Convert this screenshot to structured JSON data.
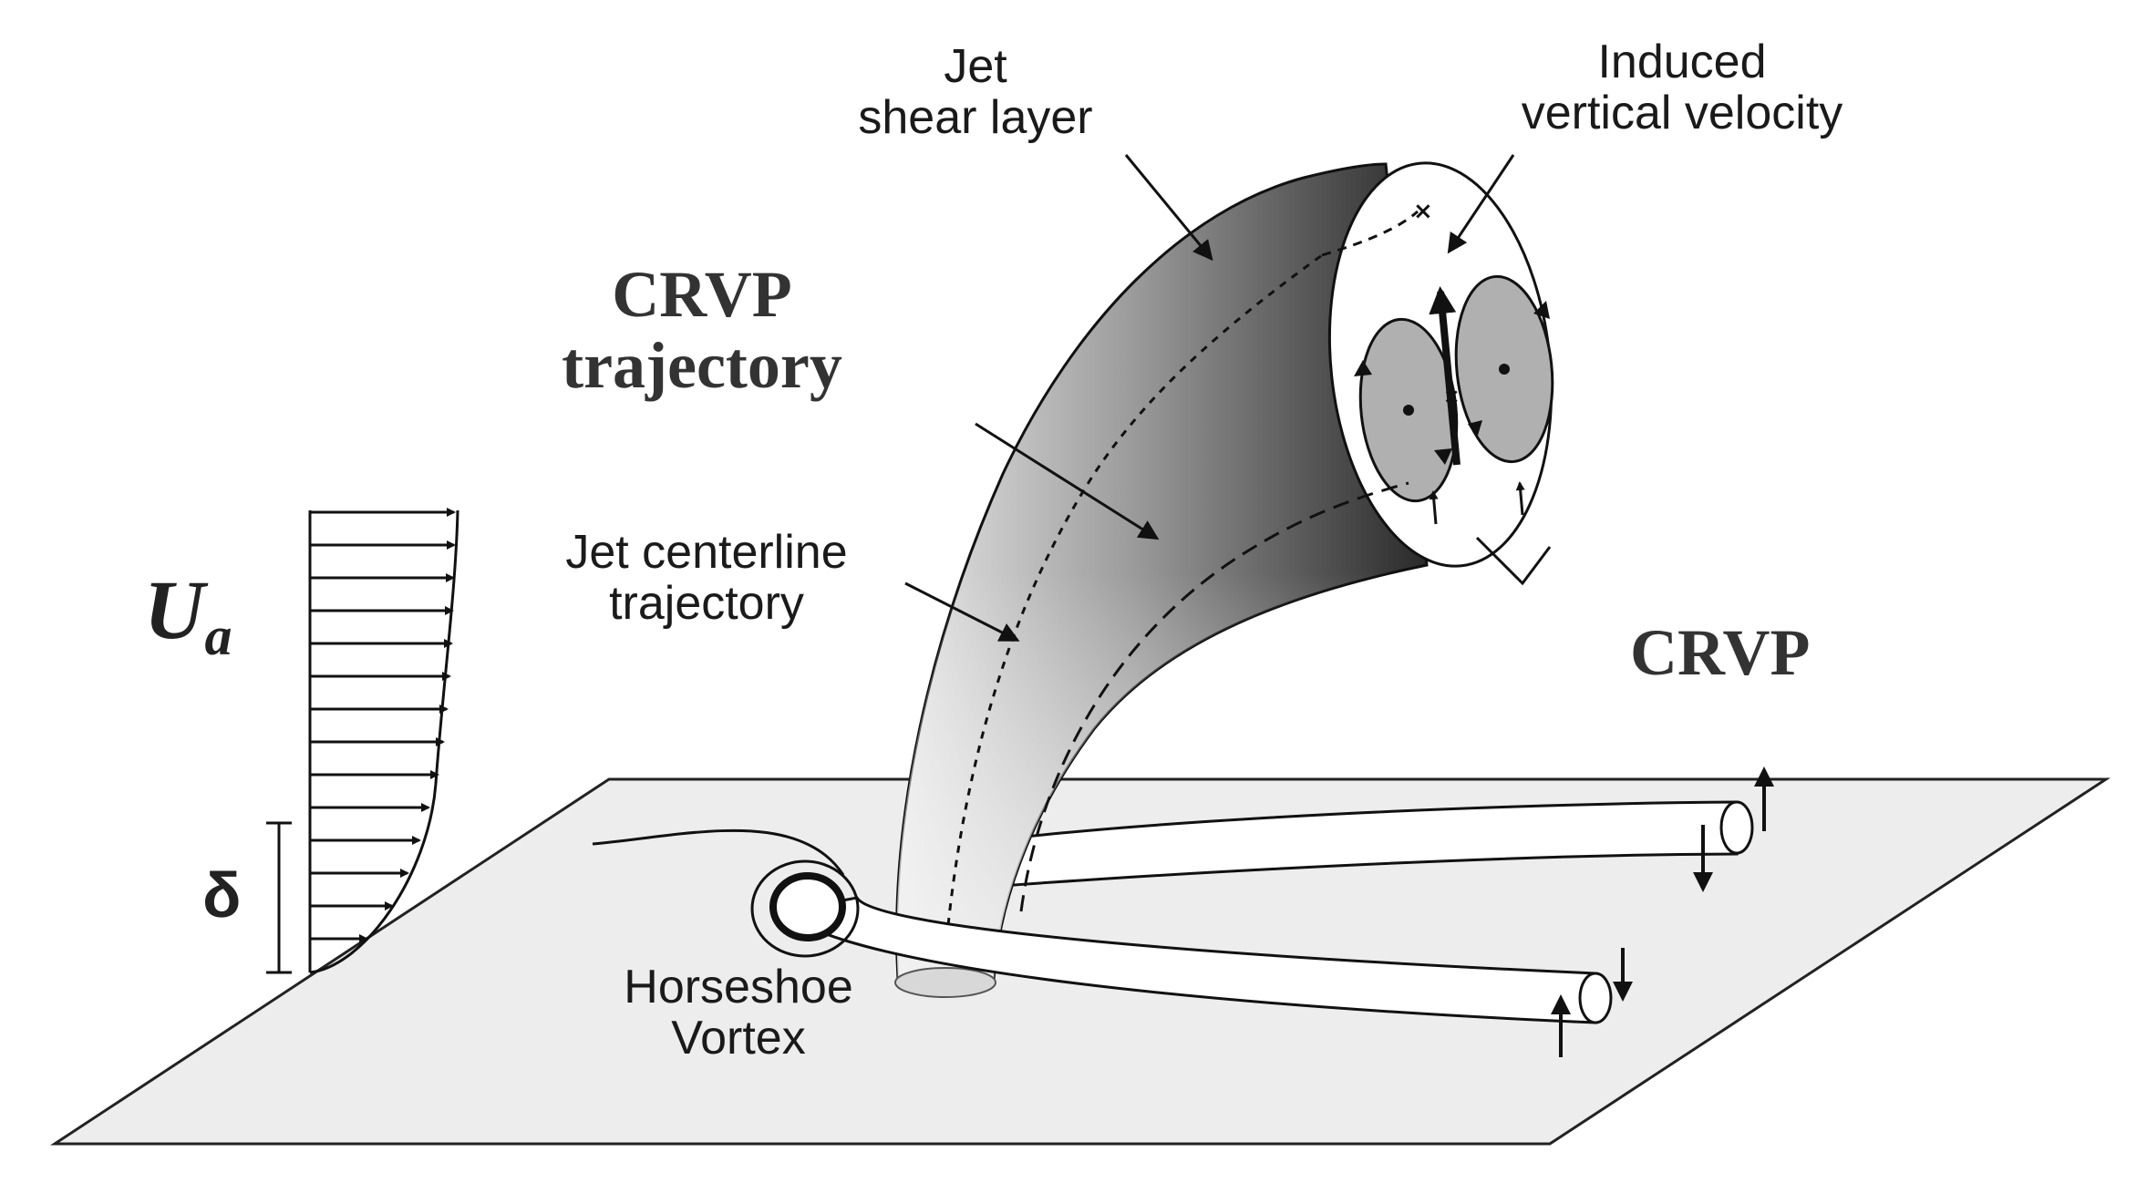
{
  "labels": {
    "jet_shear_layer": [
      "Jet",
      "shear layer"
    ],
    "induced_vertical_velocity": [
      "Induced",
      "vertical velocity"
    ],
    "crvp_trajectory": [
      "CRVP",
      "trajectory"
    ],
    "jet_centerline_trajectory": [
      "Jet centerline",
      "trajectory"
    ],
    "crvp": "CRVP",
    "horseshoe_vortex": [
      "Horseshoe",
      "Vortex"
    ],
    "freestream_velocity": {
      "symbol": "U",
      "subscript": "a"
    },
    "boundary_layer_thickness": "δ"
  }
}
